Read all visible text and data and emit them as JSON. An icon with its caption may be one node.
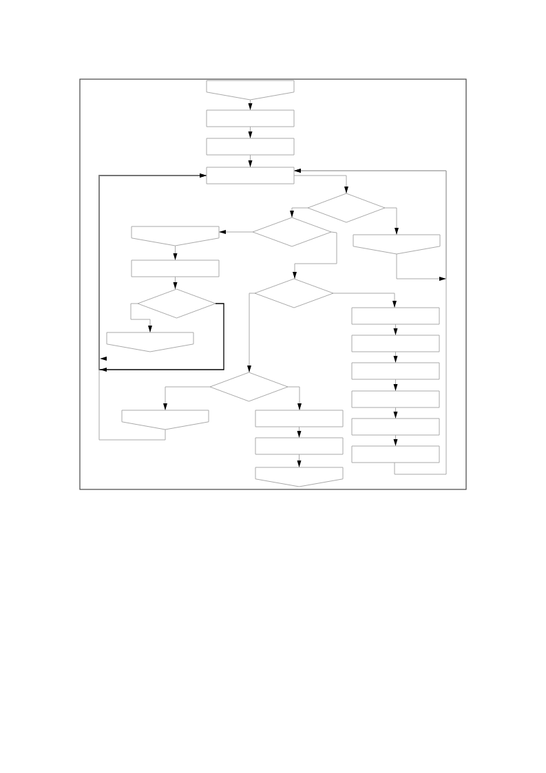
{
  "diagram": {
    "nodes": [
      {
        "text": [],
        "shape": "pentagon"
      },
      {
        "text": [],
        "shape": "box"
      },
      {
        "text": [],
        "shape": "box"
      },
      {
        "text": [],
        "shape": "box"
      },
      {
        "text": [],
        "shape": "diamond"
      },
      {
        "text": [],
        "shape": "diamond"
      },
      {
        "text": [],
        "shape": "pentagon"
      },
      {
        "text": [],
        "shape": "pentagon"
      },
      {
        "text": [],
        "shape": "box"
      },
      {
        "text": [],
        "shape": "diamond"
      },
      {
        "text": [],
        "shape": "diamond"
      },
      {
        "text": [],
        "shape": "pentagon"
      },
      {
        "text": [],
        "shape": "box"
      },
      {
        "text": [],
        "shape": "box"
      },
      {
        "text": [],
        "shape": "box"
      },
      {
        "text": [],
        "shape": "box"
      },
      {
        "text": [],
        "shape": "box"
      },
      {
        "text": [],
        "shape": "box"
      },
      {
        "text": [],
        "shape": "diamond"
      },
      {
        "text": [],
        "shape": "pentagon"
      },
      {
        "text": [],
        "shape": "box"
      },
      {
        "text": [],
        "shape": "box"
      },
      {
        "text": [],
        "shape": "pentagon"
      }
    ],
    "edges": [
      {
        "from": 0,
        "to": 1,
        "arrow": "to"
      },
      {
        "from": 1,
        "to": 2,
        "arrow": "to"
      },
      {
        "from": 2,
        "to": 3,
        "arrow": "to"
      },
      {
        "from": 3,
        "to": 4,
        "arrow": "to"
      },
      {
        "from": 4,
        "to": 5,
        "arrow": "to"
      },
      {
        "from": 4,
        "to": 7,
        "arrow": "to"
      },
      {
        "from": 5,
        "to": 6,
        "arrow": "to"
      },
      {
        "from": 5,
        "to": 9,
        "arrow": "to"
      },
      {
        "from": 6,
        "to": 8,
        "arrow": "to"
      },
      {
        "from": 8,
        "to": 10,
        "arrow": "to"
      },
      {
        "from": 10,
        "to": 11,
        "arrow": "to"
      },
      {
        "from": 10,
        "to": 3,
        "arrow": "to",
        "color": "#000000"
      },
      {
        "from": 7,
        "to": 3,
        "arrow": "to"
      },
      {
        "from": 9,
        "to": 12,
        "arrow": "to"
      },
      {
        "from": 9,
        "to": 18,
        "arrow": "to"
      },
      {
        "from": 12,
        "to": 13,
        "arrow": "to"
      },
      {
        "from": 13,
        "to": 14,
        "arrow": "to"
      },
      {
        "from": 14,
        "to": 15,
        "arrow": "to"
      },
      {
        "from": 15,
        "to": 16,
        "arrow": "to"
      },
      {
        "from": 16,
        "to": 17,
        "arrow": "to"
      },
      {
        "from": 17,
        "to": 3,
        "arrow": "to"
      },
      {
        "from": 18,
        "to": 19,
        "arrow": "to"
      },
      {
        "from": 18,
        "to": 20,
        "arrow": "to"
      },
      {
        "from": 19,
        "to": 3,
        "arrow": "to"
      },
      {
        "from": 20,
        "to": 21,
        "arrow": "to"
      },
      {
        "from": 21,
        "to": 22,
        "arrow": "to"
      }
    ]
  }
}
